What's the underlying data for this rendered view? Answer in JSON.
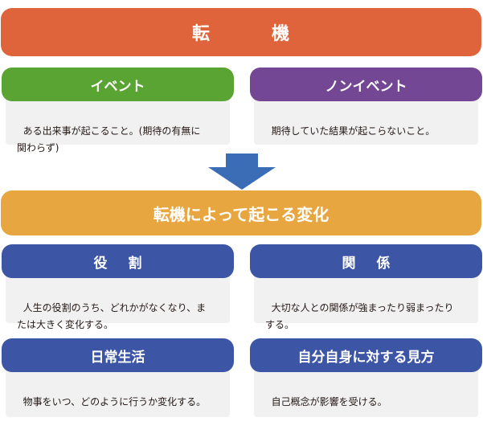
{
  "title": {
    "char1": "転",
    "char2": "機",
    "color": "#e0643b"
  },
  "top_left": {
    "label": "イベント",
    "color": "#5aa434",
    "desc": "ある出来事が起こること。(期待の有無に\n関わらず)"
  },
  "top_right": {
    "label": "ノンイベント",
    "color": "#744795",
    "desc": "期待していた結果が起こらないこと。"
  },
  "arrow": {
    "icon": "down-arrow-icon",
    "color": "#3a6db5"
  },
  "change_banner": {
    "label": "転機によって起こる変化",
    "color": "#e8a640"
  },
  "items": {
    "role": {
      "label_char1": "役",
      "label_char2": "割",
      "desc": "人生の役割のうち、どれかがなくなり、ま\nたは大きく変化する。"
    },
    "relation": {
      "label_char1": "関",
      "label_char2": "係",
      "desc": "大切な人との関係が強まったり弱まったり\nする。"
    },
    "daily": {
      "label": "日常生活",
      "desc": "物事をいつ、どのように行うか変化する。"
    },
    "selfview": {
      "label": "自分自身に対する見方",
      "desc": "自己概念が影響を受ける。"
    }
  },
  "item_color": "#3c55a5",
  "box_color": "#f1f1f1"
}
